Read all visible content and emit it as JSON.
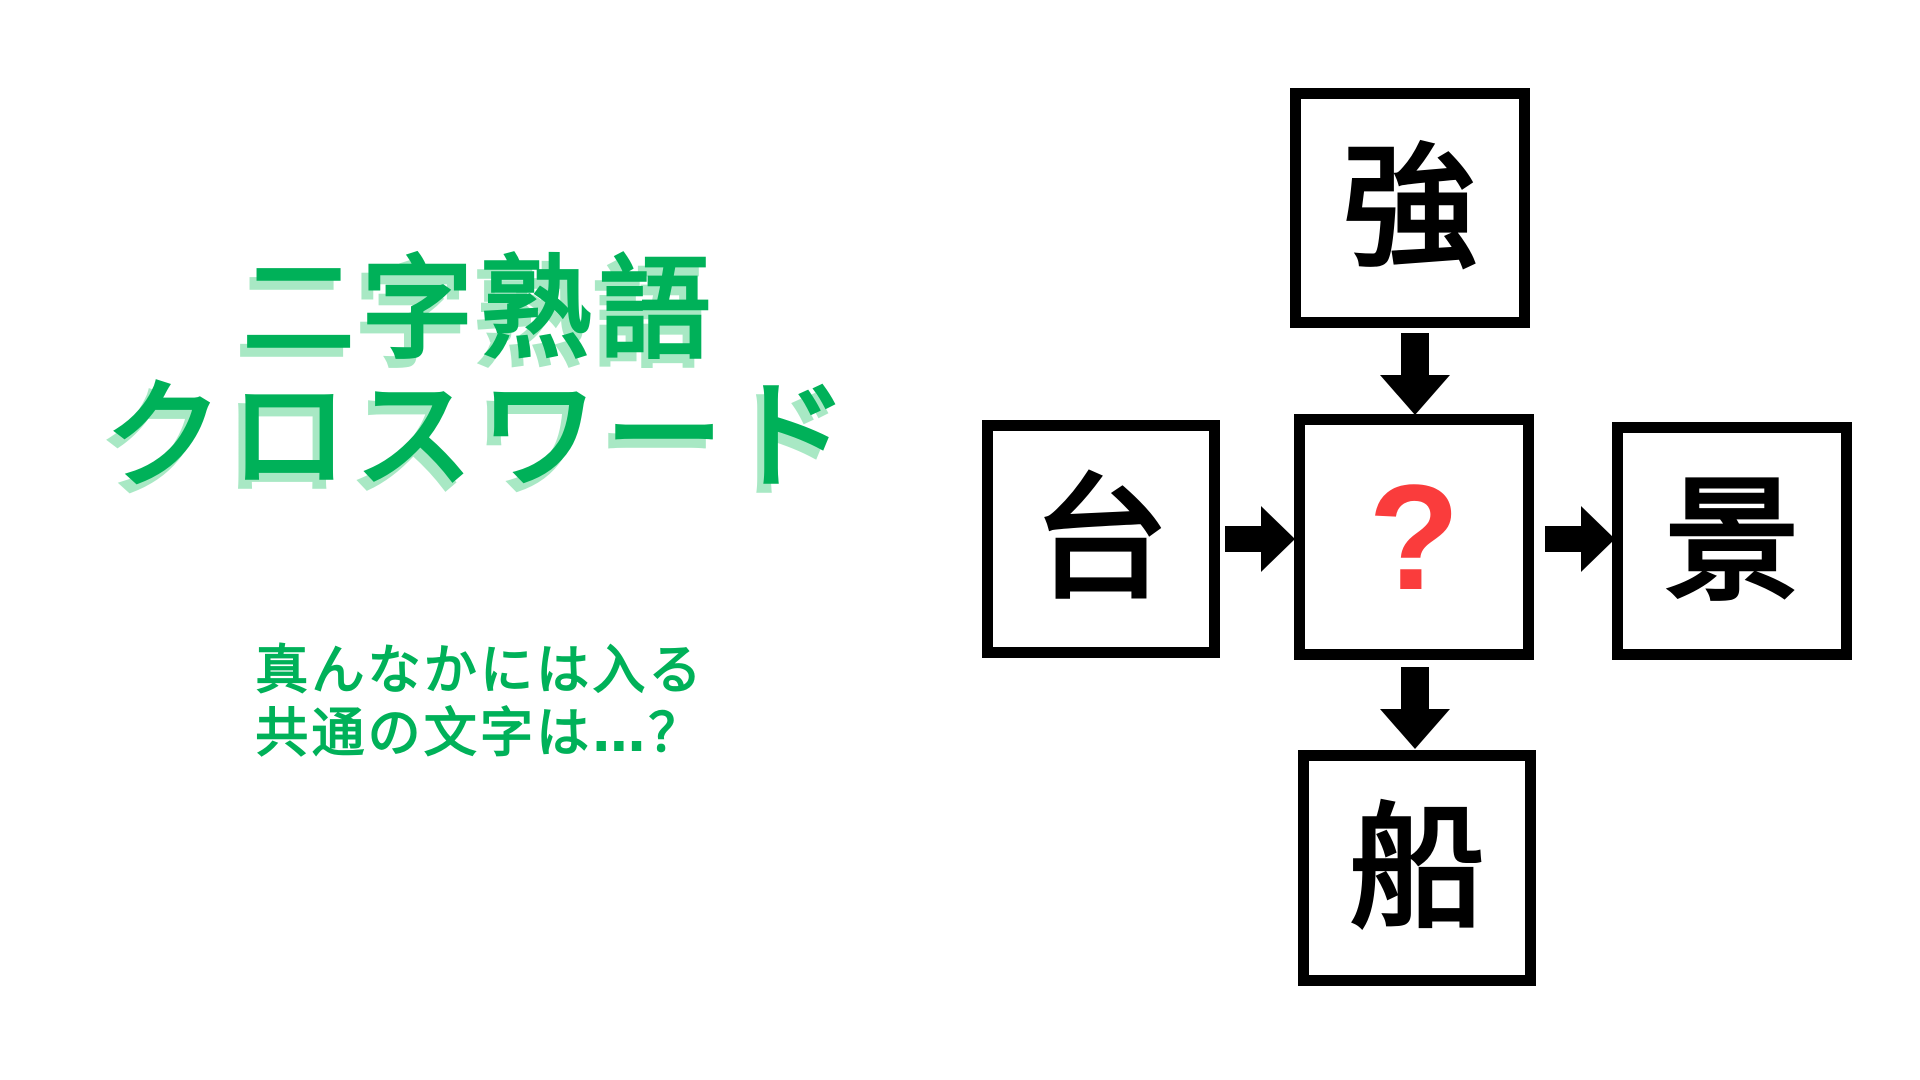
{
  "page": {
    "background_color": "#FFFFFF",
    "accent_green": "#00B159",
    "accent_green_shadow": "#A8E8C4",
    "accent_red": "#FA3C3C",
    "ink_black": "#000000"
  },
  "title": {
    "line1": "二字熟語",
    "line2": "クロスワード"
  },
  "subtitle": {
    "line1": "真んなかには入る",
    "line2": "共通の文字は…？"
  },
  "puzzle": {
    "type": "kanji-crossword",
    "center": {
      "label": "?",
      "state": "unknown",
      "color": "#FA3C3C"
    },
    "cells": [
      {
        "position": "top",
        "char": "強",
        "color": "#000000"
      },
      {
        "position": "left",
        "char": "台",
        "color": "#000000"
      },
      {
        "position": "center",
        "char": "?",
        "color": "#FA3C3C"
      },
      {
        "position": "right",
        "char": "景",
        "color": "#000000"
      },
      {
        "position": "bottom",
        "char": "船",
        "color": "#000000"
      }
    ],
    "arrows": [
      {
        "name": "arrow-top-to-center",
        "direction": "down",
        "from": "top",
        "to": "center"
      },
      {
        "name": "arrow-left-to-center",
        "direction": "right",
        "from": "left",
        "to": "center"
      },
      {
        "name": "arrow-center-to-right",
        "direction": "right",
        "from": "center",
        "to": "right"
      },
      {
        "name": "arrow-center-to-bottom",
        "direction": "down",
        "from": "center",
        "to": "bottom"
      }
    ]
  }
}
